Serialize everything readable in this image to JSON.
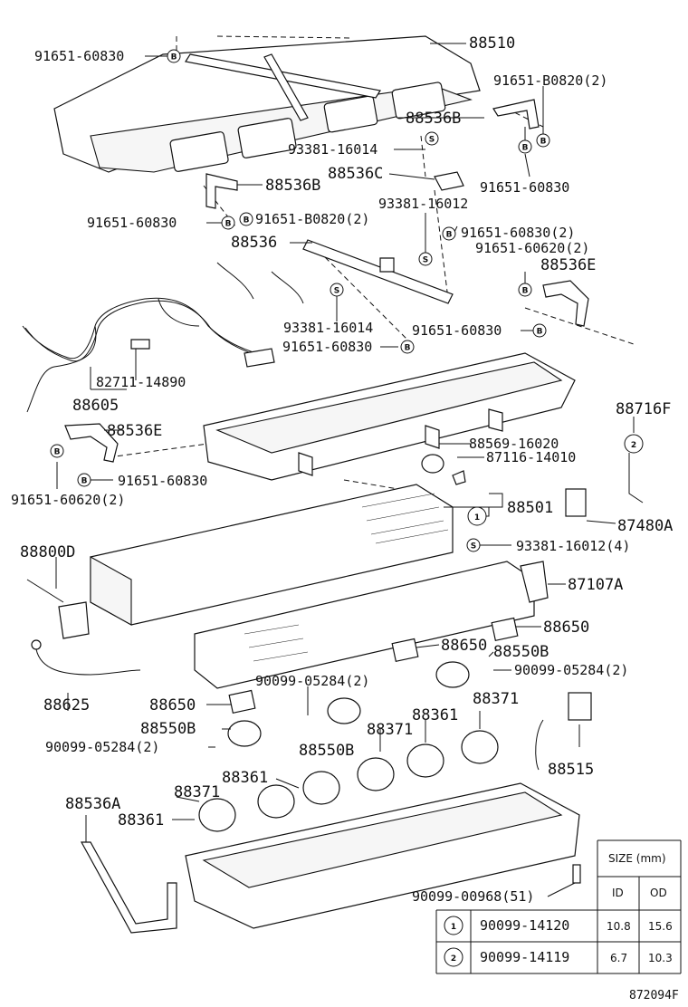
{
  "labels": {
    "l88510": "88510",
    "l916510830a": "91651-60830",
    "l91651b0820a": "91651-B0820(2)",
    "l88536b_r": "88536B",
    "l9338116014a": "93381-16014",
    "l88536c": "88536C",
    "l916510830b": "91651-60830",
    "l88536b_l": "88536B",
    "l9338116012": "93381-16012",
    "l916510830c": "91651-60830",
    "l91651b0820b": "91651-B0820(2)",
    "l88536": "88536",
    "l916510830d": "91651-60830(2)",
    "l916510620a": "91651-60620(2)",
    "l88536e_r": "88536E",
    "l9338116014b": "93381-16014",
    "l916510830e": "91651-60830",
    "l916510830f": "91651-60830",
    "l8271114890": "82711-14890",
    "l88605": "88605",
    "l88536e_l": "88536E",
    "l88716f": "88716F",
    "l8856916020": "88569-16020",
    "l8711614010": "87116-14010",
    "l916510830g": "91651-60830",
    "l916510620b": "91651-60620(2)",
    "l88501": "88501",
    "l87480a": "87480A",
    "l88800d": "88800D",
    "l9338116012b": "93381-16012(4)",
    "l87107a": "87107A",
    "l88650a": "88650",
    "l88650b": "88650",
    "l88550b_a": "88550B",
    "l9009905284a": "90099-05284(2)",
    "l9009905284b": "90099-05284(2)",
    "l88625": "88625",
    "l88650c": "88650",
    "l88371a": "88371",
    "l88361a": "88361",
    "l88371b": "88371",
    "l88550b_b": "88550B",
    "l9009905284c": "90099-05284(2)",
    "l88550b_c": "88550B",
    "l88515": "88515",
    "l88361b": "88361",
    "l88371c": "88371",
    "l88536a": "88536A",
    "l88361c": "88361",
    "l9009900968": "90099-00968(51)"
  },
  "symbols": {
    "b": "B",
    "s": "S",
    "one": "1",
    "two": "2"
  },
  "size_table": {
    "header": "SIZE (mm)",
    "col_id": "ID",
    "col_od": "OD",
    "rows": [
      {
        "mark": "1",
        "part": "90099-14120",
        "id": "10.8",
        "od": "15.6"
      },
      {
        "mark": "2",
        "part": "90099-14119",
        "id": "6.7",
        "od": "10.3"
      }
    ]
  },
  "footer_code": "872094F"
}
